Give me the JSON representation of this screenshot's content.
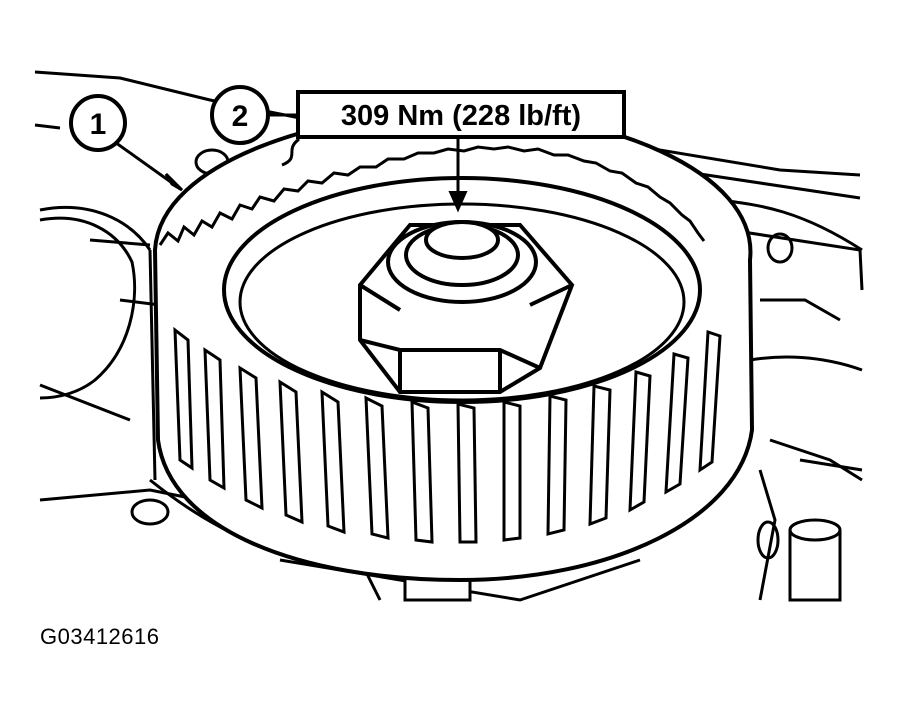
{
  "callouts": [
    {
      "number": "1"
    },
    {
      "number": "2"
    }
  ],
  "torque_spec": "309 Nm (228 lb/ft)",
  "figure_code": "G03412616",
  "colors": {
    "ink": "#000000",
    "paper": "#ffffff"
  }
}
